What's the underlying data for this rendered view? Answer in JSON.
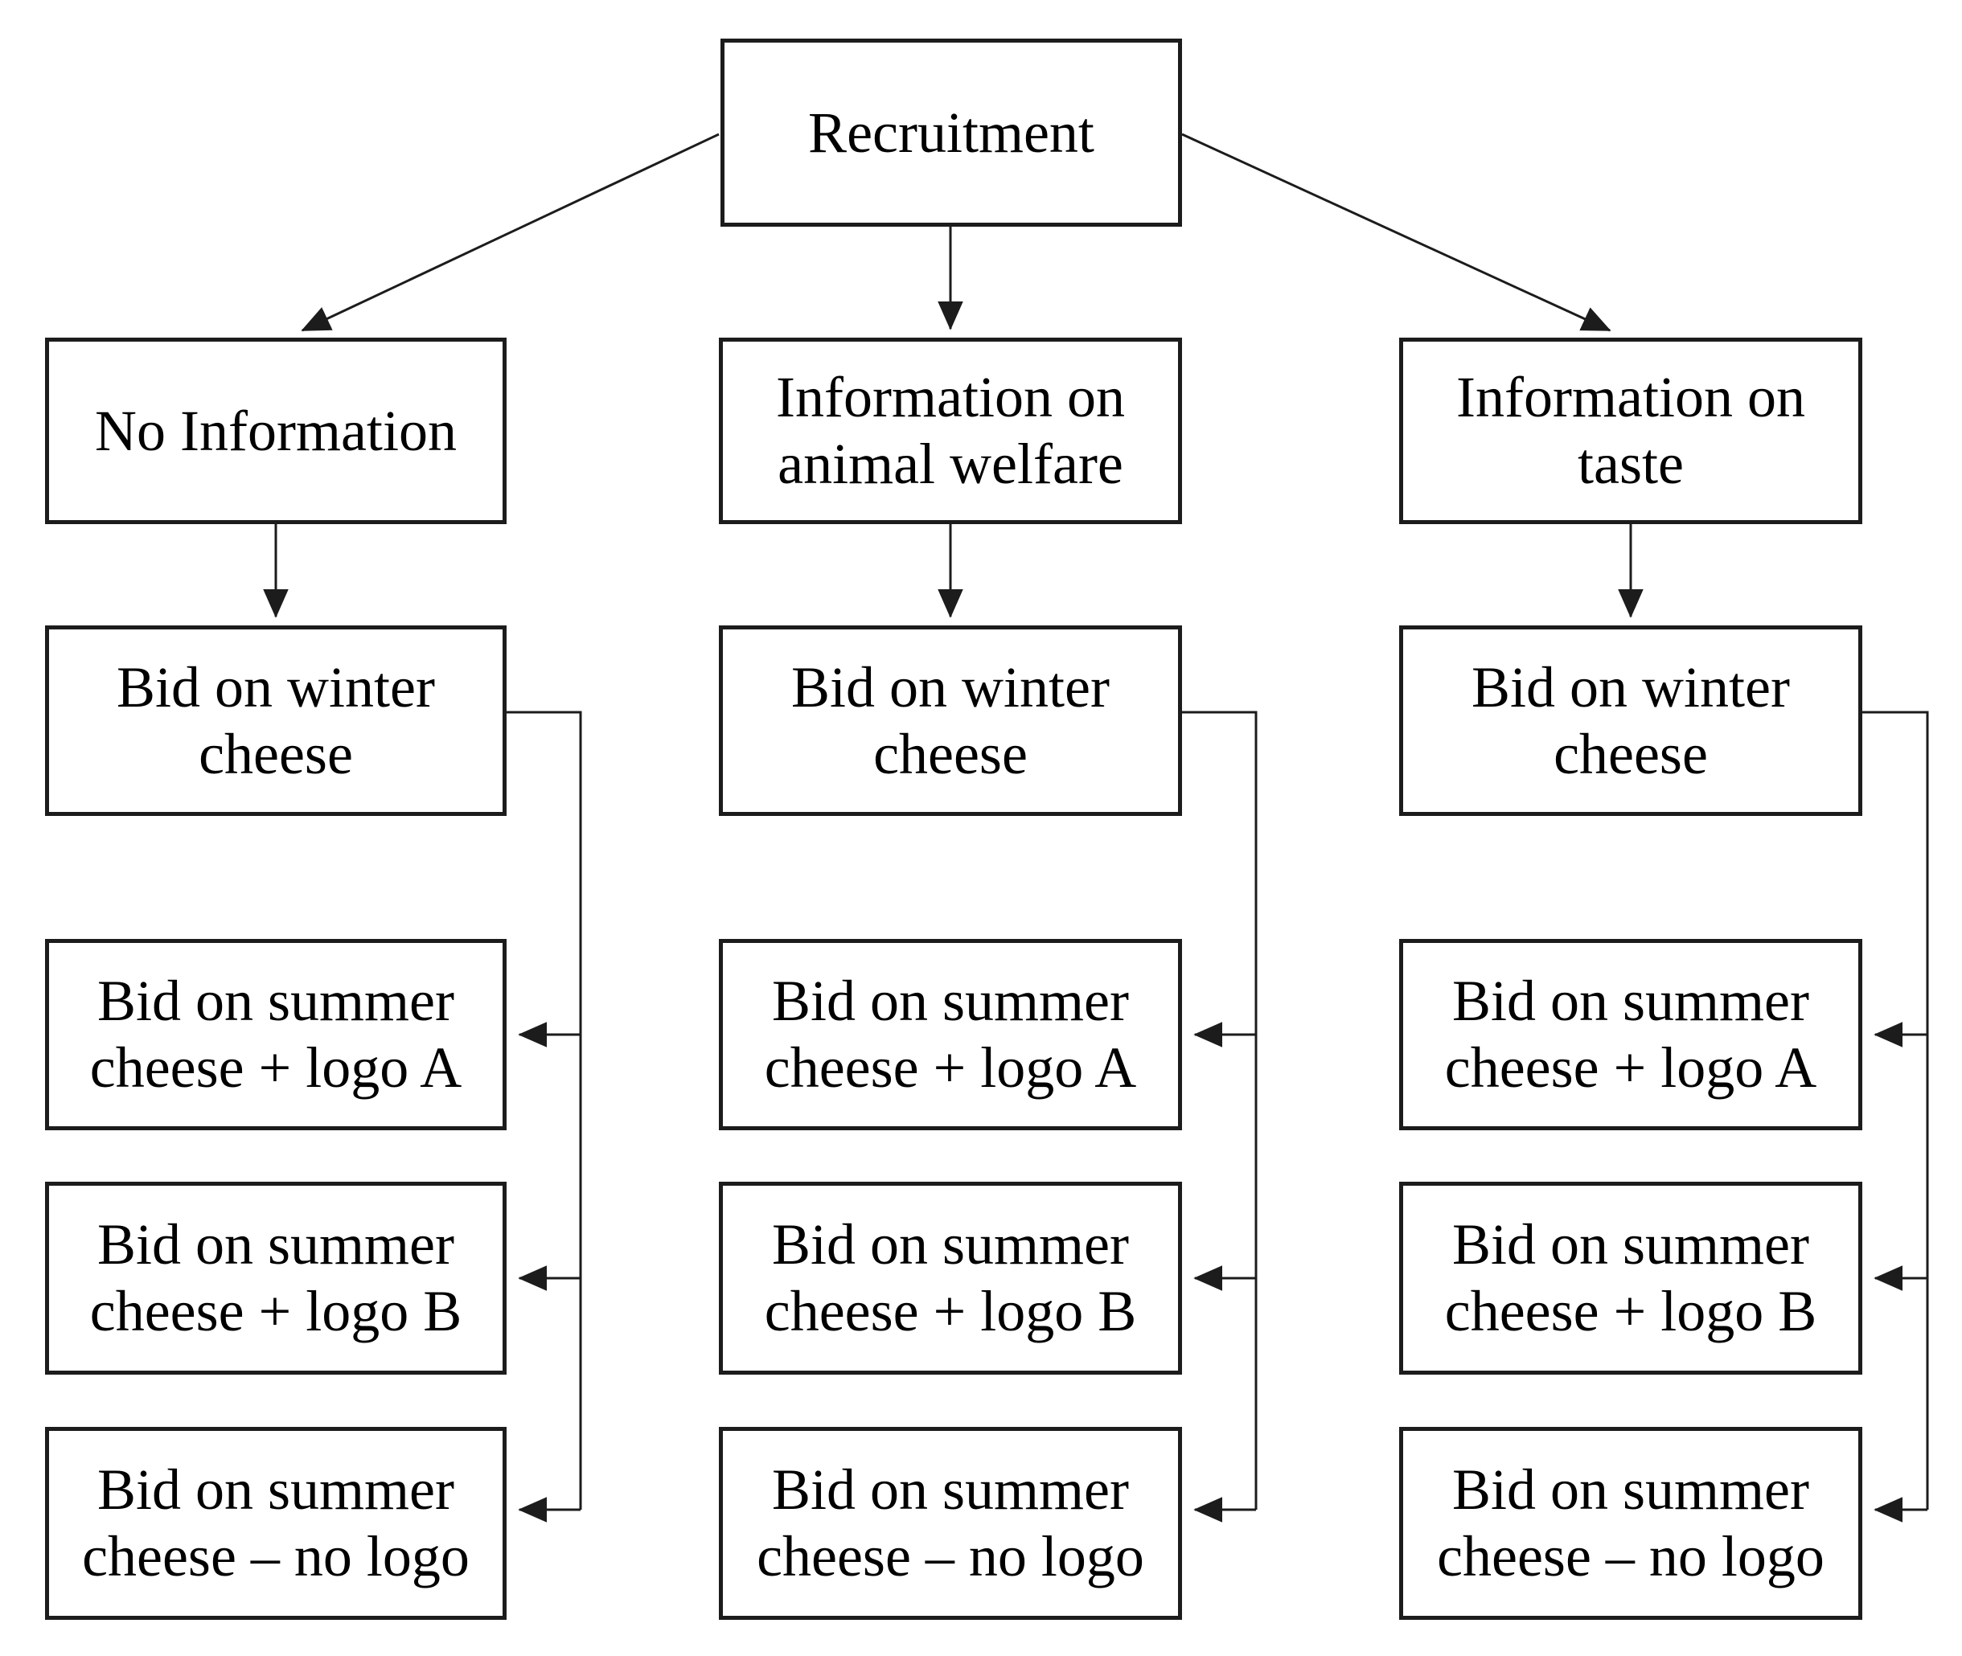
{
  "diagram": {
    "title_node": "Recruitment",
    "condition_nodes": {
      "no_information": "No Information",
      "animal_welfare": "Information on\nanimal welfare",
      "taste": "Information on\ntaste"
    },
    "bid_nodes": {
      "winter": "Bid on winter\ncheese",
      "summer_logo_a": "Bid on summer\ncheese + logo A",
      "summer_logo_b": "Bid on summer\ncheese + logo B",
      "summer_no_logo": "Bid on summer\ncheese – no logo"
    },
    "colors": {
      "background": "#ffffff",
      "box_fill": "#ffffff",
      "line": "#1c1c1c",
      "text": "#000000"
    }
  }
}
